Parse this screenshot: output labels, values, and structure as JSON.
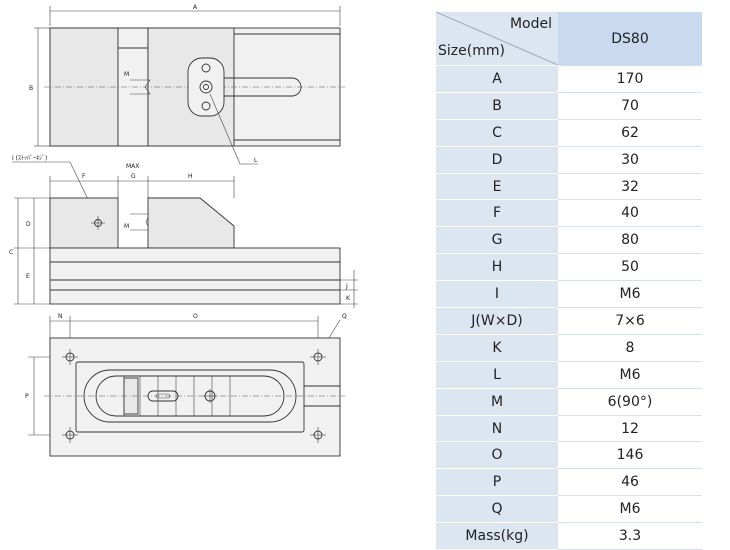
{
  "drawing": {
    "dimension_labels": {
      "A": "A",
      "B": "B",
      "C": "C",
      "D": "D",
      "E": "E",
      "F": "F",
      "G": "G",
      "H": "H",
      "J": "J",
      "K": "K",
      "L": "L",
      "M": "M",
      "N": "N",
      "O": "O",
      "P": "P",
      "Q": "Q",
      "I": "I (ｽﾄｯﾊﾟｰﾈｼﾞ)",
      "MAX": "MAX"
    }
  },
  "table": {
    "header": {
      "model_label": "Model",
      "size_label": "Size(mm)",
      "model": "DS80"
    },
    "rows": [
      {
        "label": "A",
        "value": "170"
      },
      {
        "label": "B",
        "value": "70"
      },
      {
        "label": "C",
        "value": "62"
      },
      {
        "label": "D",
        "value": "30"
      },
      {
        "label": "E",
        "value": "32"
      },
      {
        "label": "F",
        "value": "40"
      },
      {
        "label": "G",
        "value": "80"
      },
      {
        "label": "H",
        "value": "50"
      },
      {
        "label": "I",
        "value": "M6"
      },
      {
        "label": "J(W×D)",
        "value": "7×6"
      },
      {
        "label": "K",
        "value": "8"
      },
      {
        "label": "L",
        "value": "M6"
      },
      {
        "label": "M",
        "value": "6(90°)"
      },
      {
        "label": "N",
        "value": "12"
      },
      {
        "label": "O",
        "value": "146"
      },
      {
        "label": "P",
        "value": "46"
      },
      {
        "label": "Q",
        "value": "M6"
      },
      {
        "label": "Mass(kg)",
        "value": "3.3"
      }
    ]
  }
}
